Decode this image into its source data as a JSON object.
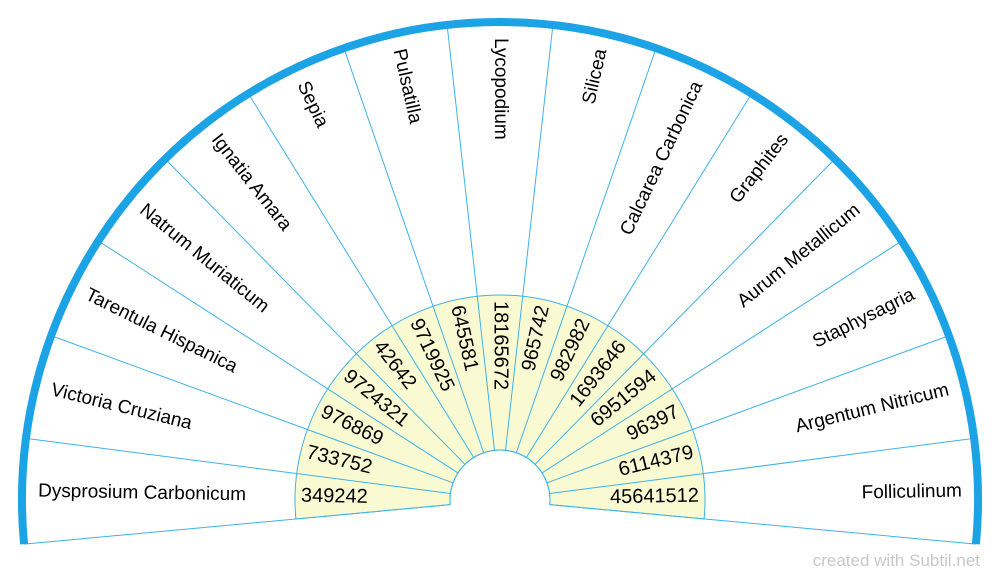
{
  "chart": {
    "sectors": [
      {
        "label": "Dysprosium Carbonicum",
        "value": "349242"
      },
      {
        "label": "Victoria Cruziana",
        "value": "733752"
      },
      {
        "label": "Tarentula Hispanica",
        "value": "976869"
      },
      {
        "label": "Natrum Muriaticum",
        "value": "9724321"
      },
      {
        "label": "Ignatia Amara",
        "value": "42642"
      },
      {
        "label": "Sepia",
        "value": "9719925"
      },
      {
        "label": "Pulsatilla",
        "value": "645581"
      },
      {
        "label": "Lycopodium",
        "value": "18165672"
      },
      {
        "label": "Silicea",
        "value": "965742"
      },
      {
        "label": "Calcarea Carbonica",
        "value": "982982"
      },
      {
        "label": "Graphites",
        "value": "1693646"
      },
      {
        "label": "Aurum Metallicum",
        "value": "6951594"
      },
      {
        "label": "Staphysagria",
        "value": "96397"
      },
      {
        "label": "Argentum Nitricum",
        "value": "6114379"
      },
      {
        "label": "Folliculinum",
        "value": "45641512"
      }
    ],
    "colors": {
      "arc": "#1ba3e6",
      "lines": "#3fb2e8",
      "ring": "#fafad2"
    }
  },
  "credit": "created with Subtil.net"
}
